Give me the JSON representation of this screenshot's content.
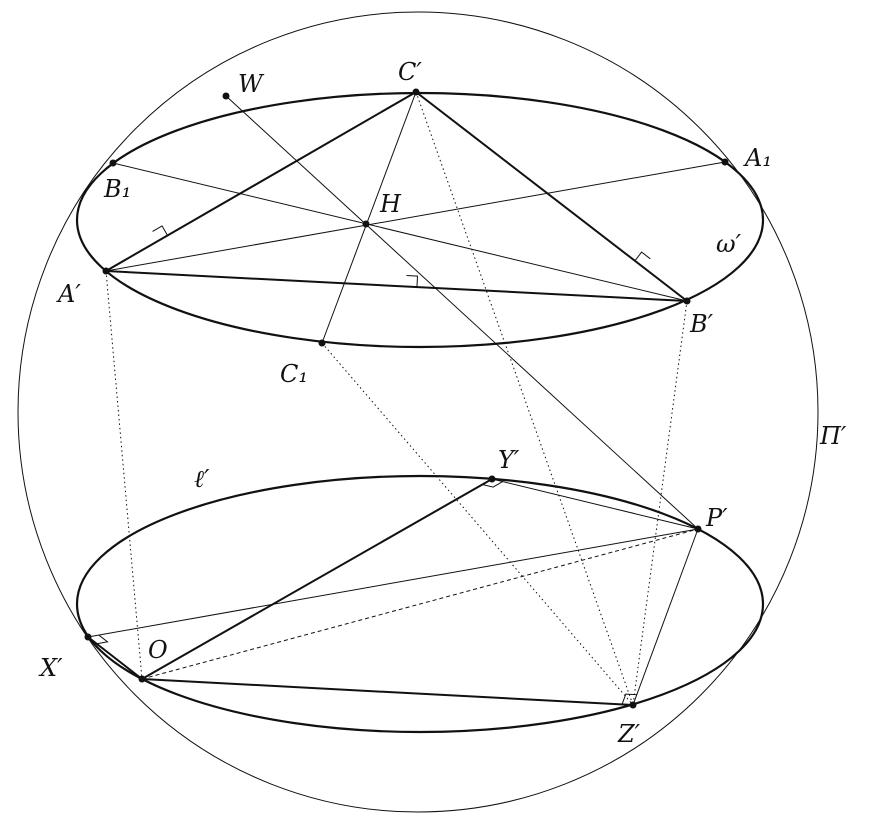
{
  "figure": {
    "sphere_label": "Π′",
    "upper_ellipse_label": "ω′",
    "lower_ellipse_label": "ℓ′",
    "points": {
      "W": "W",
      "C": "C′",
      "B1": "B₁",
      "A1": "A₁",
      "H": "H",
      "A": "A′",
      "B": "B′",
      "C1": "C₁",
      "Y": "Y′",
      "P": "P′",
      "X": "X′",
      "O": "O",
      "Z": "Z′"
    }
  }
}
